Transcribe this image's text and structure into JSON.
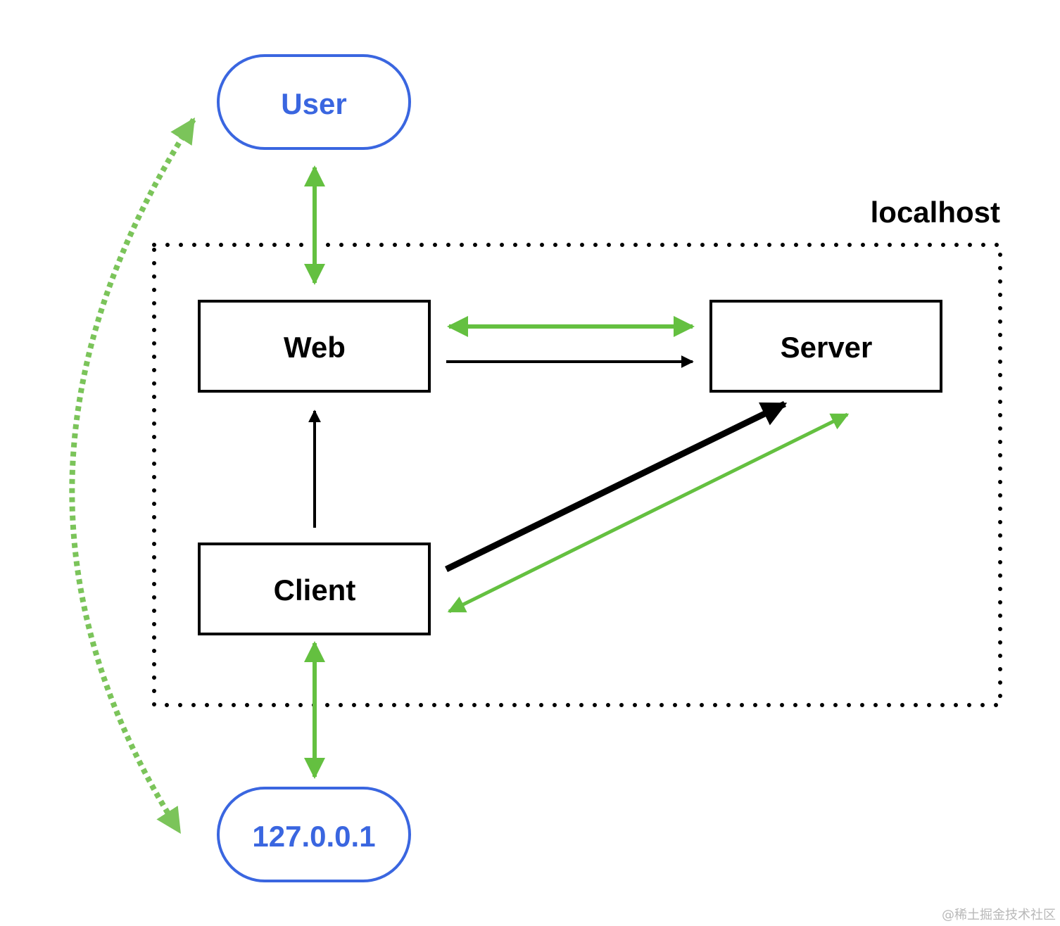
{
  "nodes": {
    "user": "User",
    "web": "Web",
    "server": "Server",
    "client": "Client",
    "loopback": "127.0.0.1"
  },
  "group": {
    "label": "localhost"
  },
  "colors": {
    "blue": "#3a66e0",
    "green": "#64c040",
    "black": "#000000"
  },
  "watermark": "@稀土掘金技术社区"
}
